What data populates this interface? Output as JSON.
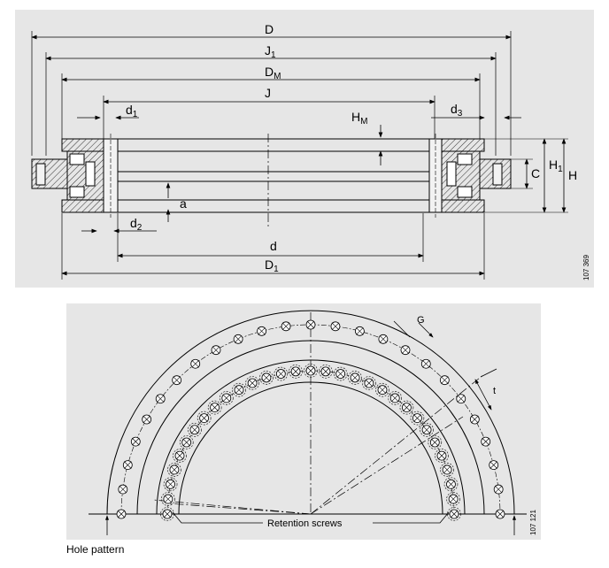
{
  "top_figure": {
    "labels": {
      "D": "D",
      "J1_main": "J",
      "J1_sub": "1",
      "DM_main": "D",
      "DM_sub": "M",
      "J": "J",
      "d1_main": "d",
      "d1_sub": "1",
      "HM_main": "H",
      "HM_sub": "M",
      "d3_main": "d",
      "d3_sub": "3",
      "C": "C",
      "H1_main": "H",
      "H1_sub": "1",
      "H": "H",
      "a": "a",
      "d2_main": "d",
      "d2_sub": "2",
      "d": "d",
      "D1_main": "D",
      "D1_sub": "1"
    },
    "ref_number": "107 369"
  },
  "bottom_figure": {
    "labels": {
      "G": "G",
      "t": "t",
      "retention": "Retention screws"
    },
    "ref_number": "107 121"
  },
  "caption": "Hole pattern"
}
